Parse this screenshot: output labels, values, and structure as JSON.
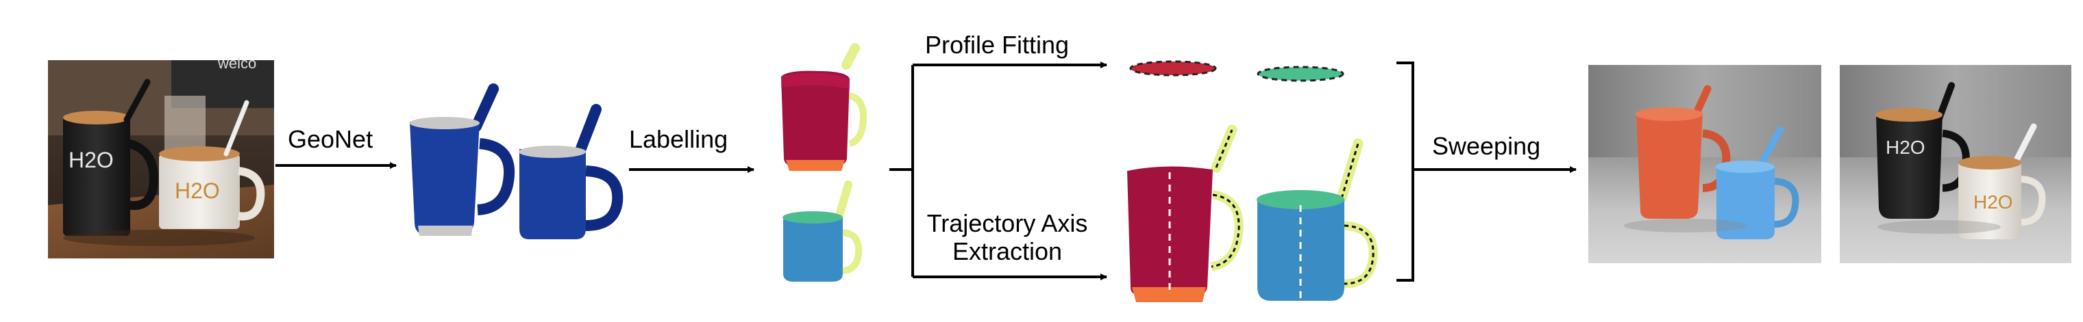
{
  "steps": {
    "geonet": "GeoNet",
    "labelling": "Labelling",
    "profile_fitting": "Profile Fitting",
    "trajectory_line1": "Trajectory Axis",
    "trajectory_line2": "Extraction",
    "sweeping": "Sweeping"
  },
  "photo_text": {
    "mug1_brand": "H2O",
    "mug2_brand": "H2O",
    "sign": "welco"
  },
  "colors": {
    "mesh_blue": "#1b3f9e",
    "mesh_dark": "#0f2a80",
    "mesh_gray": "#c8c8c8",
    "part_red": "#a3123f",
    "part_orange": "#f2763a",
    "part_handle": "#e3f08c",
    "part_blue": "#3a8cc4",
    "part_teal": "#4bbd8e",
    "render_orange": "#e0603e",
    "render_blue": "#5ea8e8"
  }
}
